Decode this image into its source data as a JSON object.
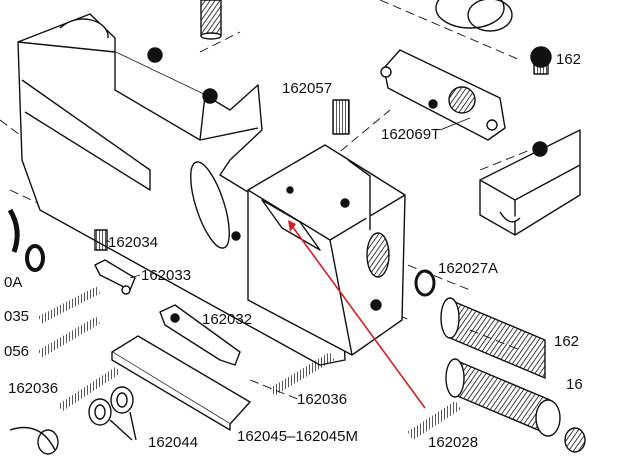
{
  "parts": {
    "p162057": "162057",
    "p162069T": "162069T",
    "p162034": "162034",
    "p162033": "162033",
    "p162032": "162032",
    "p162027A": "162027A",
    "p162036_left": "162036",
    "p162036_right": "162036",
    "p162044": "162044",
    "p162045": "162045–162045M",
    "p162028": "162028",
    "cut_0A": "0A",
    "cut_035": "035",
    "cut_056": "056",
    "cut_162_top": "162",
    "cut_162_mid": "162",
    "cut_16_low": "16"
  },
  "colors": {
    "line": "#111111",
    "pointer": "#d42020",
    "background": "#ffffff"
  }
}
